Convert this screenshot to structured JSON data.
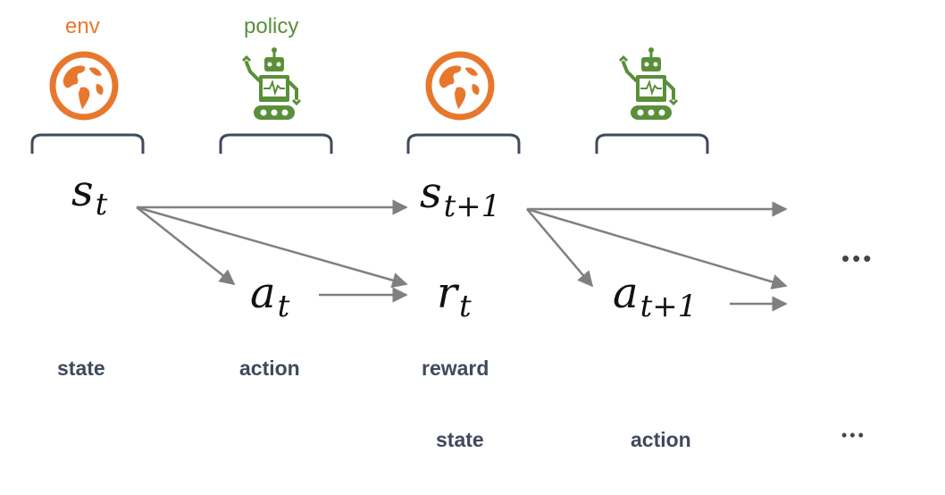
{
  "labels": {
    "env": "env",
    "policy": "policy"
  },
  "symbols": {
    "s_t": {
      "base": "s",
      "sub": "t"
    },
    "s_t1": {
      "base": "s",
      "sub": "t+1"
    },
    "a_t": {
      "base": "a",
      "sub": "t"
    },
    "r_t": {
      "base": "r",
      "sub": "t"
    },
    "a_t1": {
      "base": "a",
      "sub": "t+1"
    }
  },
  "bottom_row1": {
    "state": "state",
    "action": "action",
    "reward": "reward"
  },
  "bottom_row2": {
    "state": "state",
    "action": "action"
  },
  "ellipsis": {
    "right": "•••",
    "bottom": "•••"
  },
  "icons": [
    "globe-icon",
    "robot-icon",
    "globe-icon",
    "robot-icon"
  ],
  "colors": {
    "env": "#e8772e",
    "policy": "#5a8f3a",
    "bracket": "#3f4a5c",
    "arrow": "#808080",
    "label": "#3f4a5c"
  }
}
